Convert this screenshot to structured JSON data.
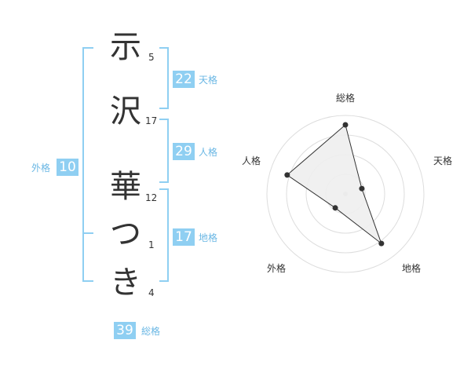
{
  "name_chars": [
    {
      "char": "示",
      "strokes": "5"
    },
    {
      "char": "沢",
      "strokes": "17"
    },
    {
      "char": "華",
      "strokes": "12"
    },
    {
      "char": "つ",
      "strokes": "1"
    },
    {
      "char": "き",
      "strokes": "4"
    }
  ],
  "fortunes": {
    "tenkaku": {
      "value": "22",
      "label": "天格"
    },
    "jinkaku": {
      "value": "29",
      "label": "人格"
    },
    "chikaku": {
      "value": "17",
      "label": "地格"
    },
    "gaikaku": {
      "value": "10",
      "label": "外格"
    },
    "soukaku": {
      "value": "39",
      "label": "総格"
    }
  },
  "chart_data": {
    "type": "radar",
    "axes": [
      "総格",
      "天格",
      "地格",
      "外格",
      "人格"
    ],
    "values": [
      0.88,
      0.22,
      0.78,
      0.22,
      0.78
    ],
    "rings": 4,
    "fill_color": "#eeeeee",
    "line_color": "#333333",
    "ring_color": "#dddddd"
  }
}
